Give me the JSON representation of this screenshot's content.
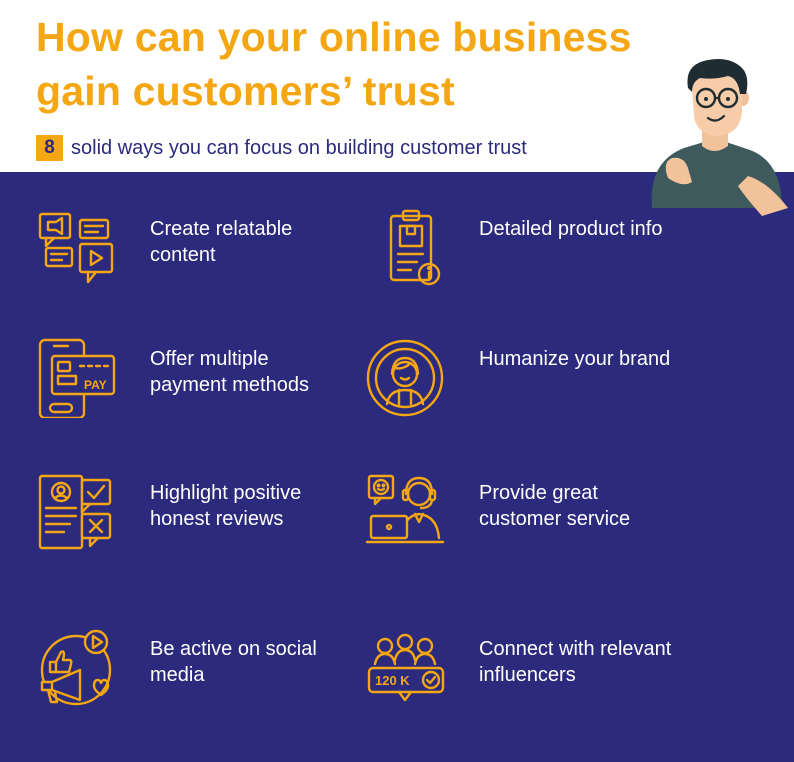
{
  "header": {
    "title_line1": "How can your online business",
    "title_line2": "gain customers’ trust",
    "badge_number": "8",
    "subtitle": "solid ways you can focus on building customer trust"
  },
  "colors": {
    "accent": "#F5A613",
    "panel": "#2B2A7C",
    "text_light": "#FFFFFF"
  },
  "items": [
    {
      "label": "Create relatable content",
      "icon": "content-media-icon"
    },
    {
      "label": "Detailed product info",
      "icon": "product-info-clipboard-icon"
    },
    {
      "label": "Offer multiple payment methods",
      "icon": "payment-phone-icon"
    },
    {
      "label": "Humanize your brand",
      "icon": "person-avatar-icon"
    },
    {
      "label": "Highlight positive honest reviews",
      "icon": "review-check-icon"
    },
    {
      "label": "Provide great customer service",
      "icon": "customer-service-headset-icon"
    },
    {
      "label": "Be active on social media",
      "icon": "social-media-megaphone-icon"
    },
    {
      "label": "Connect with relevant influencers",
      "icon": "influencers-followers-icon"
    }
  ],
  "icon_texts": {
    "pay": "PAY",
    "followers": "120 K"
  }
}
